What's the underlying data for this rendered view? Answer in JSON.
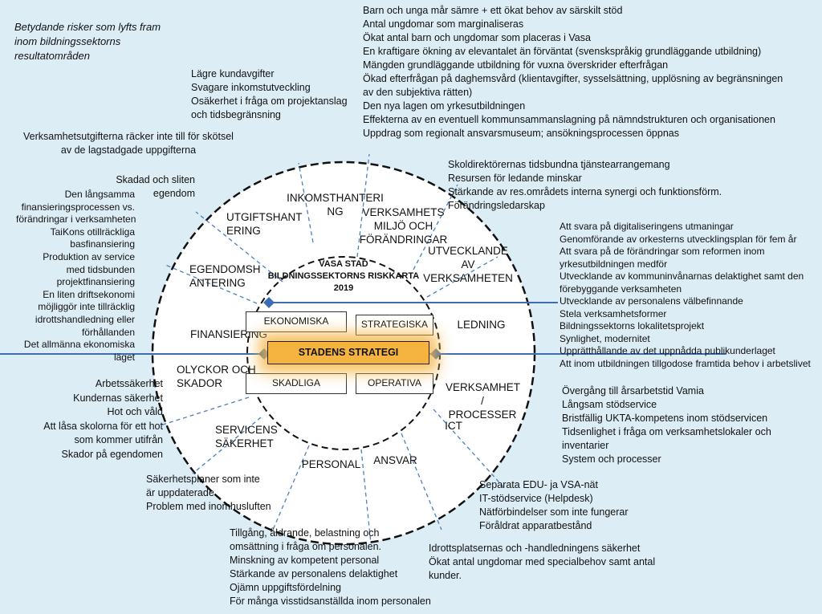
{
  "title_note": [
    "Betydande risker som lyfts fram",
    "inom bildningssektorns",
    "resultatområden"
  ],
  "center": {
    "title_lines": [
      "VASA STAD",
      "BILDNINGSSEKTORNS RISKKARTA",
      "2019"
    ],
    "strategy": "STADENS STRATEGI",
    "quadrants": {
      "ekonomiska": "EKONOMISKA",
      "strategiska": "STRATEGISKA",
      "skadliga": "SKADLIGA",
      "operativa": "OPERATIVA"
    }
  },
  "segments": {
    "inkomst": [
      "INKOMSTHANTERI",
      "NG"
    ],
    "utgift": [
      "UTGIFTSHANT",
      "ERING"
    ],
    "egendom": [
      "EGENDOMSH",
      "ANTERING"
    ],
    "finans": [
      "FINANSIERING"
    ],
    "olyckor": [
      "OLYCKOR OCH",
      "SKADOR"
    ],
    "service": [
      "SERVICENS",
      "SÄKERHET"
    ],
    "personal": [
      "PERSONAL"
    ],
    "ansvar": [
      "ANSVAR"
    ],
    "ict": [
      "ICT"
    ],
    "processer": [
      "VERKSAMHET",
      "/",
      "PROCESSER"
    ],
    "ledning": [
      "LEDNING"
    ],
    "utveckl": [
      "UTVECKLANDE",
      "AV",
      "VERKSAMHETEN"
    ],
    "miljo": [
      "VERKSAMHETS",
      "MILJÖ OCH",
      "FÖRÄNDRINGAR"
    ]
  },
  "risks": {
    "top": [
      "Barn och unga mår sämre + ett ökat behov av särskilt stöd",
      "Antal ungdomar som marginaliseras",
      "Ökat antal barn och ungdomar som placeras i Vasa",
      "En kraftigare ökning av elevantalet än förväntat (svenskspråkig grundläggande utbildning)",
      "Mängden grundläggande utbildning för vuxna överskrider efterfrågan",
      "Ökad efterfrågan på daghemsvård (klientavgifter, sysselsättning, upplösning av begränsningen",
      "av den subjektiva rätten)",
      "Den nya lagen om yrkesutbildningen",
      "Effekterna av en eventuell kommunsammanslagning på nämndstrukturen och organisationen",
      "Uppdrag som regionalt ansvarsmuseum; ansökningsprocessen öppnas"
    ],
    "inkomst": [
      "Lägre kundavgifter",
      "Svagare inkomstutveckling",
      "Osäkerhet i fråga om projektanslag",
      "och tidsbegränsning"
    ],
    "utgift": [
      "Verksamhetsutgifterna räcker inte till för skötsel",
      "av de lagstadgade uppgifterna"
    ],
    "egendom": [
      "Skadad och sliten",
      "egendom"
    ],
    "finans": [
      "Den långsamma",
      "finansieringsprocessen vs.",
      "förändringar i verksamheten",
      "TaiKons otillräckliga",
      "basfinansiering",
      "Produktion av service",
      "med tidsbunden",
      "projektfinansiering",
      "En liten driftsekonomi",
      "möjliggör inte tillräcklig",
      "idrottshandledning eller",
      "förhållanden",
      "Det allmänna ekonomiska",
      "läget"
    ],
    "olyckor": [
      "Arbetssäkerhet",
      "Kundernas säkerhet",
      "Hot och våld",
      "Att låsa skolorna för ett hot",
      "som kommer utifrån",
      "Skador på egendomen"
    ],
    "service": [
      "Säkerhetsplaner som inte",
      "är uppdaterade",
      "Problem med inomhusluften"
    ],
    "personal": [
      "Tillgång, åldrande, belastning och",
      "omsättning i fråga om personalen.",
      "Minskning av kompetent personal",
      "Stärkande av personalens delaktighet",
      "Ojämn uppgiftsfördelning",
      "För många visstidsanställda inom personalen"
    ],
    "ansvar": [
      "Idrottsplatsernas och -handledningens säkerhet",
      "Ökat antal ungdomar med specialbehov samt antal",
      "kunder."
    ],
    "ict": [
      "Separata EDU- ja VSA-nät",
      "IT-stödservice (Helpdesk)",
      "Nätförbindelser som inte fungerar",
      "Föråldrat apparatbestånd"
    ],
    "processer": [
      "Övergång till årsarbetstid Vamia",
      "Långsam stödservice",
      "Bristfällig UKTA-kompetens inom stödservicen",
      "Tidsenlighet i fråga om verksamhetslokaler och",
      "inventarier",
      "System och processer"
    ],
    "ledning": [
      "Att svara på digitaliseringens utmaningar",
      "Genomförande av orkesterns utvecklingsplan för fem år",
      "Att svara på de förändringar som reformen inom",
      "yrkesutbildningen medför",
      "Utvecklande av kommuninvånarnas delaktighet samt den",
      "förebyggande verksamheten",
      "Utvecklande av personalens välbefinnande",
      "Stela verksamhetsformer",
      "Bildningssektorns lokalitetsprojekt",
      "Synlighet, modernitet",
      "Upprätthållande av det uppnådda publikunderlaget",
      "Att inom utbildningen tillgodose framtida behov i arbetslivet"
    ],
    "miljo": [
      "Skoldirektörernas tidsbundna tjänstearrangemang",
      "Resursen för ledande minskar",
      "Stärkande av res.områdets interna synergi och funktionsförm.",
      "Förändringsledarskap"
    ]
  },
  "colors": {
    "background": "#dcedf5",
    "connector": "#3e6db3",
    "accent": "#f4b43f",
    "divider": "#4a7fc0"
  }
}
